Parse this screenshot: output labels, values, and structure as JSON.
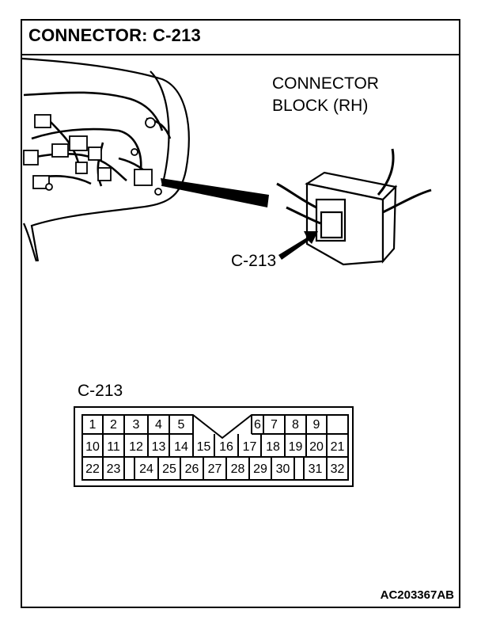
{
  "title": "CONNECTOR: C-213",
  "callout_block": [
    "CONNECTOR",
    "BLOCK (RH)"
  ],
  "callout_connector": "C-213",
  "connector_label": "C-213",
  "reference_code": "AC203367AB",
  "pins": {
    "row1": [
      "1",
      "2",
      "3",
      "4",
      "5",
      "6",
      "7",
      "8",
      "9"
    ],
    "row2": [
      "10",
      "11",
      "12",
      "13",
      "14",
      "15",
      "16",
      "17",
      "18",
      "19",
      "20",
      "21"
    ],
    "row3": [
      "22",
      "23",
      "24",
      "25",
      "26",
      "27",
      "28",
      "29",
      "30",
      "31",
      "32"
    ]
  }
}
